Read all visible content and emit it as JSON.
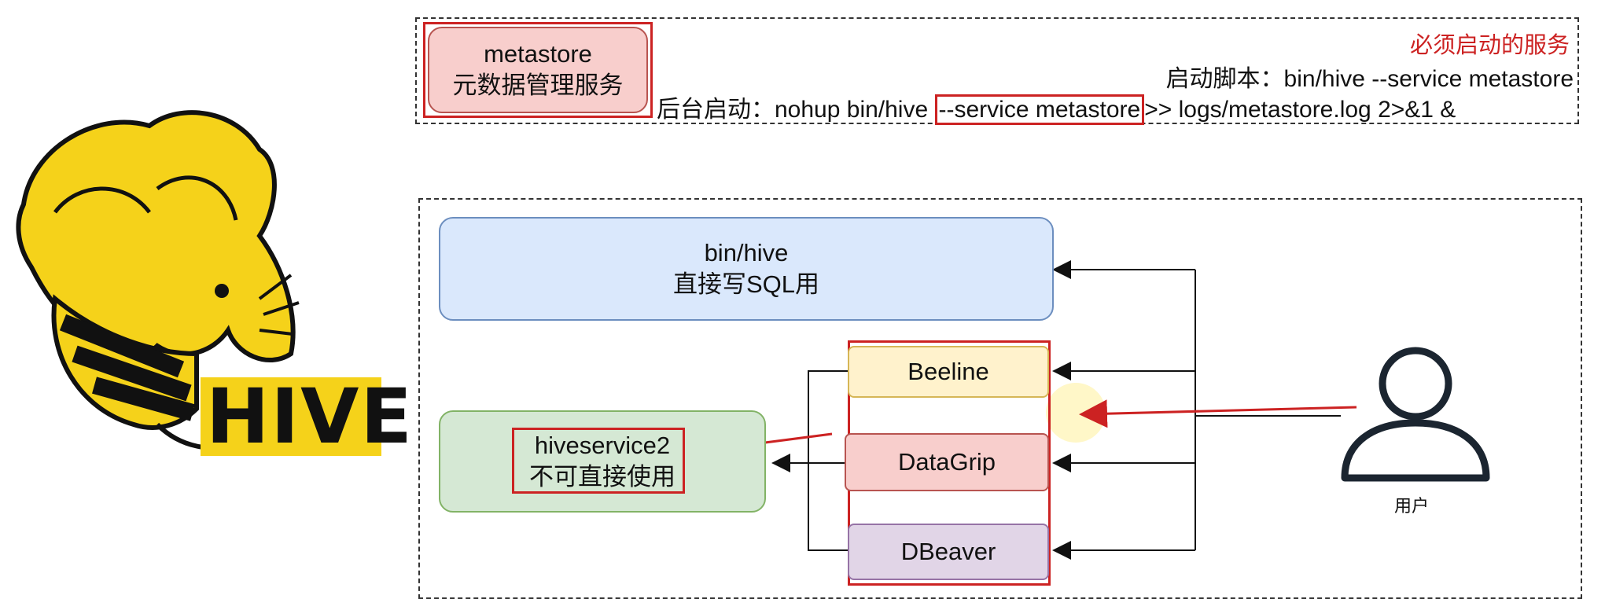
{
  "metastore": {
    "box_line1": "metastore",
    "box_line2": "元数据管理服务",
    "required_label": "必须启动的服务",
    "start_script": "启动脚本：bin/hive --service metastore",
    "bg_start_prefix": "后台启动：nohup bin/hive ",
    "bg_start_highlight": "--service metastore",
    "bg_start_suffix": ">> logs/metastore.log 2>&1 &"
  },
  "clients": {
    "cli_line1": "bin/hive",
    "cli_line2": "直接写SQL用",
    "hs2_line1": "hiveservice2",
    "hs2_line2": "不可直接使用",
    "beeline": "Beeline",
    "datagrip": "DataGrip",
    "dbeaver": "DBeaver"
  },
  "user": {
    "label": "用户"
  },
  "logo": {
    "text": "HIVE"
  },
  "colors": {
    "blue_fill": "#dae8fc",
    "blue_stroke": "#6c8ebf",
    "green_fill": "#d5e8d4",
    "green_stroke": "#82b366",
    "yellow_fill": "#fff2cc",
    "yellow_stroke": "#d6b656",
    "red_fill": "#f8cecc",
    "red_stroke": "#b85450",
    "purple_fill": "#e1d5e7",
    "purple_stroke": "#9673a6",
    "accent_red": "#cc2222",
    "logo_yellow": "#f5d21a"
  }
}
